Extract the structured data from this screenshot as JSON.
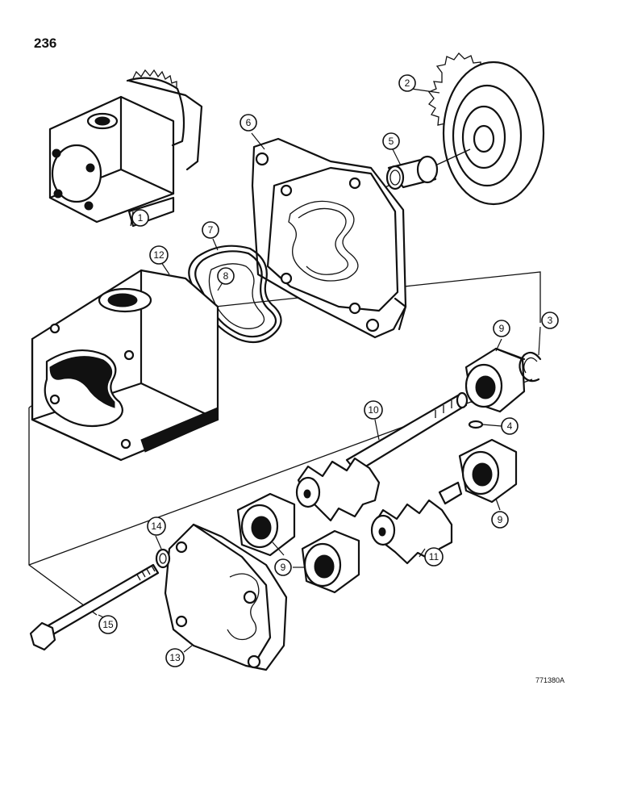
{
  "page": {
    "number": "236",
    "drawing_number": "771380A"
  },
  "callouts": [
    {
      "id": "1",
      "label": "1"
    },
    {
      "id": "2",
      "label": "2"
    },
    {
      "id": "3",
      "label": "3"
    },
    {
      "id": "4",
      "label": "4"
    },
    {
      "id": "5",
      "label": "5"
    },
    {
      "id": "6",
      "label": "6"
    },
    {
      "id": "7",
      "label": "7"
    },
    {
      "id": "8",
      "label": "8"
    },
    {
      "id": "9a",
      "label": "9"
    },
    {
      "id": "9b",
      "label": "9"
    },
    {
      "id": "9c",
      "label": "9"
    },
    {
      "id": "10",
      "label": "10"
    },
    {
      "id": "11",
      "label": "11"
    },
    {
      "id": "12",
      "label": "12"
    },
    {
      "id": "13",
      "label": "13"
    },
    {
      "id": "14",
      "label": "14"
    },
    {
      "id": "15",
      "label": "15"
    }
  ],
  "colors": {
    "ink": "#111111",
    "paper": "#ffffff"
  }
}
